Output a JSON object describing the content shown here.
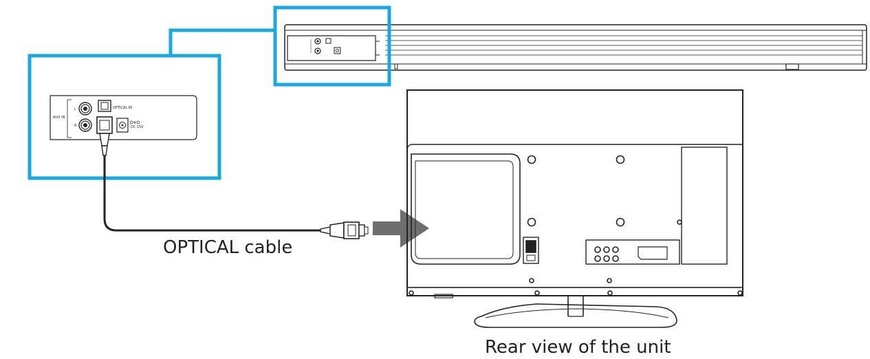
{
  "labels": {
    "optical_cable": "OPTICAL cable",
    "rear_view": "Rear view of the unit"
  },
  "panel": {
    "optical_in": "OPTICAL IN",
    "aux_in": "AUX IN",
    "left": "L",
    "right": "R",
    "dc_in": "DC 15V"
  },
  "colors": {
    "highlight": "#1aa9de",
    "line": "#222222",
    "arrow": "#6e6e6e"
  }
}
